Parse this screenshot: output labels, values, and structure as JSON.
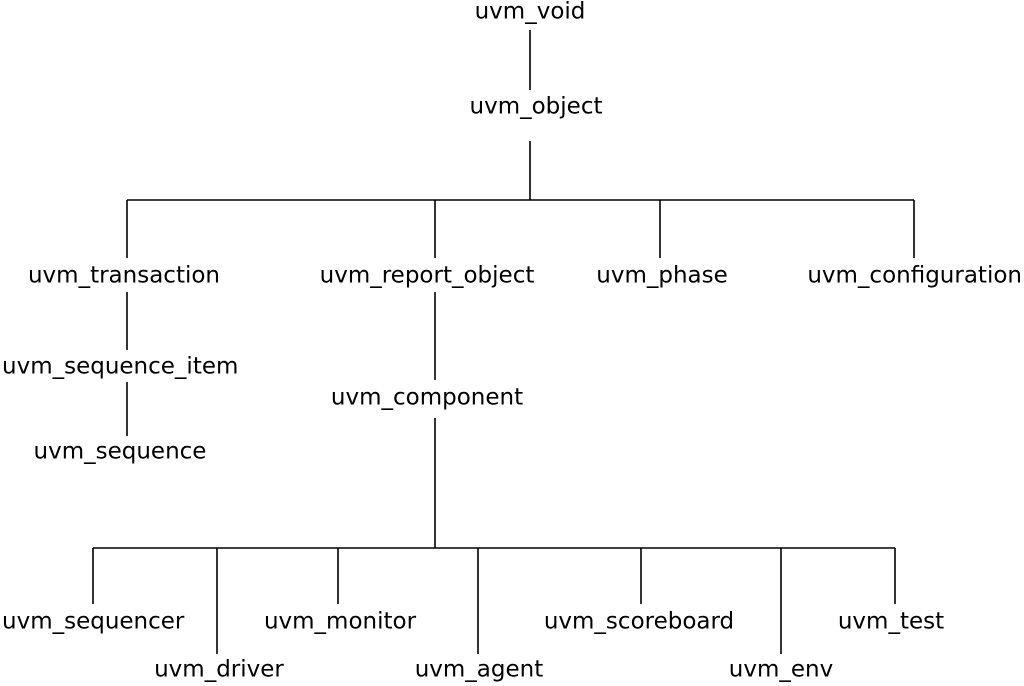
{
  "nodes": {
    "uvm_void": "uvm_void",
    "uvm_object": "uvm_object",
    "uvm_transaction": "uvm_transaction",
    "uvm_report_object": "uvm_report_object",
    "uvm_phase": "uvm_phase",
    "uvm_configuration": "uvm_configuration",
    "uvm_sequence_item": "uvm_sequence_item",
    "uvm_sequence": "uvm_sequence",
    "uvm_component": "uvm_component",
    "uvm_sequencer": "uvm_sequencer",
    "uvm_driver": "uvm_driver",
    "uvm_monitor": "uvm_monitor",
    "uvm_agent": "uvm_agent",
    "uvm_scoreboard": "uvm_scoreboard",
    "uvm_env": "uvm_env",
    "uvm_test": "uvm_test"
  },
  "hierarchy": [
    [
      "uvm_void",
      "uvm_object"
    ],
    [
      "uvm_object",
      "uvm_transaction"
    ],
    [
      "uvm_object",
      "uvm_report_object"
    ],
    [
      "uvm_object",
      "uvm_phase"
    ],
    [
      "uvm_object",
      "uvm_configuration"
    ],
    [
      "uvm_transaction",
      "uvm_sequence_item"
    ],
    [
      "uvm_sequence_item",
      "uvm_sequence"
    ],
    [
      "uvm_report_object",
      "uvm_component"
    ],
    [
      "uvm_component",
      "uvm_sequencer"
    ],
    [
      "uvm_component",
      "uvm_driver"
    ],
    [
      "uvm_component",
      "uvm_monitor"
    ],
    [
      "uvm_component",
      "uvm_agent"
    ],
    [
      "uvm_component",
      "uvm_scoreboard"
    ],
    [
      "uvm_component",
      "uvm_env"
    ],
    [
      "uvm_component",
      "uvm_test"
    ]
  ]
}
